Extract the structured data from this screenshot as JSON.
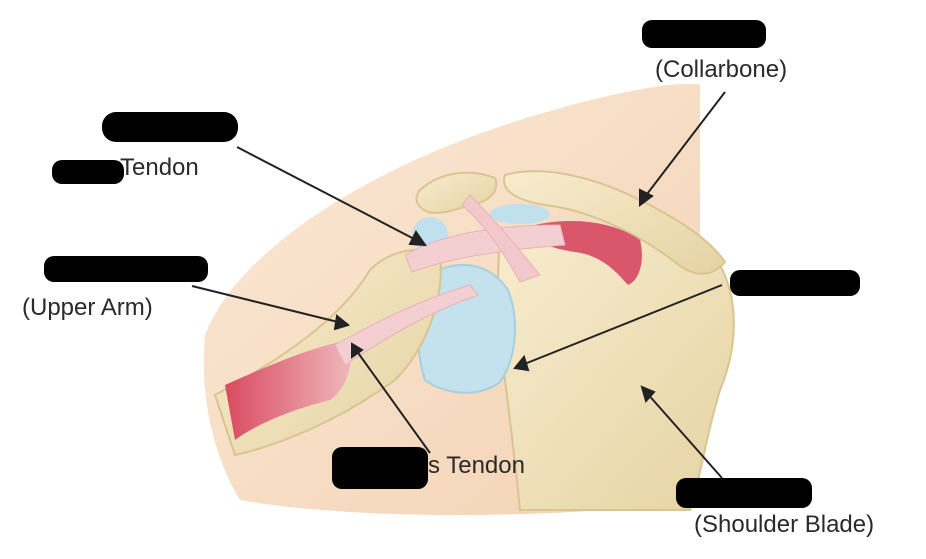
{
  "labels": {
    "clavicle_sub": "(Collarbone)",
    "tendon_top": "Tendon",
    "humerus_sub": "(Upper Arm)",
    "tendon_bottom": "s Tendon",
    "scapula_sub": "(Shoulder Blade)"
  },
  "colors": {
    "skin": "#f6dcc2",
    "bone": "#f0e2bd",
    "bone_shadow": "#d8c48e",
    "cartilage": "#bfe0ec",
    "tendon": "#f2cccd",
    "muscle": "#d95468",
    "arrow": "#222222",
    "redaction": "#000000"
  }
}
